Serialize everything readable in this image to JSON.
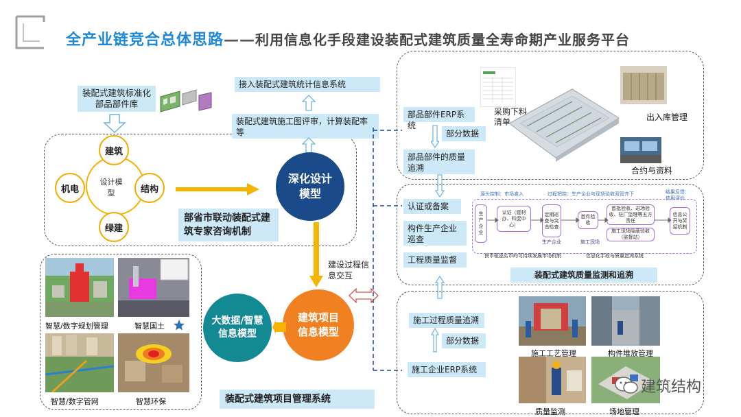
{
  "header": {
    "title": "全产业链竞合总体思路",
    "dash": "——",
    "subtitle": "利用信息化手段建设装配式建筑质量全寿命期产业服务平台"
  },
  "left_top": {
    "standard_lib": "装配式建筑标准化部品部件库",
    "center_ring": [
      "建筑",
      "机电",
      "设计模型",
      "结构",
      "绿建"
    ],
    "mechanism": "部省市联动装配式建筑专家咨询机制"
  },
  "center": {
    "stat_access": "接入装配式建筑统计信息系统",
    "review": "装配式建筑施工图评审，计算装配率等",
    "deep_model": "深化设计模型",
    "process_info": "建设过程信息交互",
    "project_model": "建筑项目信息模型",
    "bigdata": "大数据/智慧信息模型",
    "mgmt_system": "装配式建筑项目管理系统"
  },
  "left_bottom": {
    "tiles": [
      "智慧/数字规划管理",
      "智慧国土",
      "智慧/数字管网",
      "智慧环保"
    ]
  },
  "right_top": {
    "erp": "部品部件ERP系统",
    "partial": "部分数据",
    "trace": "部品部件的质量追溯",
    "purchase": "采购下料清单",
    "warehouse": "出入库管理",
    "contract": "合约与资料"
  },
  "right_mid": {
    "labels": [
      "认证或备案",
      "构件生产企业巡查",
      "工程质量监督"
    ],
    "flow_notes": [
      "源头控制：市场准入",
      "过程把控：生产企业与现场验收双管齐下",
      "结果反馈：信用评价"
    ],
    "flow_boxes": [
      "生产企业",
      "认证（建材办、科促中心）",
      "定期巡查与突击检查",
      "生产企业",
      "首件验收",
      "首批验收、进场验收、驻厂监理等五方责任",
      "施工现场隐蔽验收（监督站）",
      "施工现场",
      "信息公开与奖惩机制"
    ],
    "flow_bottom": [
      "良币驱逐劣币的可持续发展市场机制",
      "信息化手段与质量追溯系统"
    ],
    "caption": "装配式建筑质量监测和追溯"
  },
  "right_bottom": {
    "trace": "施工过程质量追溯",
    "partial": "部分数据",
    "erp": "施工企业ERP系统",
    "photos": [
      "施工工艺管理",
      "构件堆放管理",
      "质量监测",
      "场地管理"
    ]
  },
  "watermark": "建筑结构",
  "colors": {
    "title": "#1e88d8",
    "label_bg": "#cde8f6",
    "navy": "#1a4a8a",
    "teal": "#138a93",
    "orange": "#f08020",
    "yellow": "#f5b400",
    "purple": "#a36bd8"
  }
}
